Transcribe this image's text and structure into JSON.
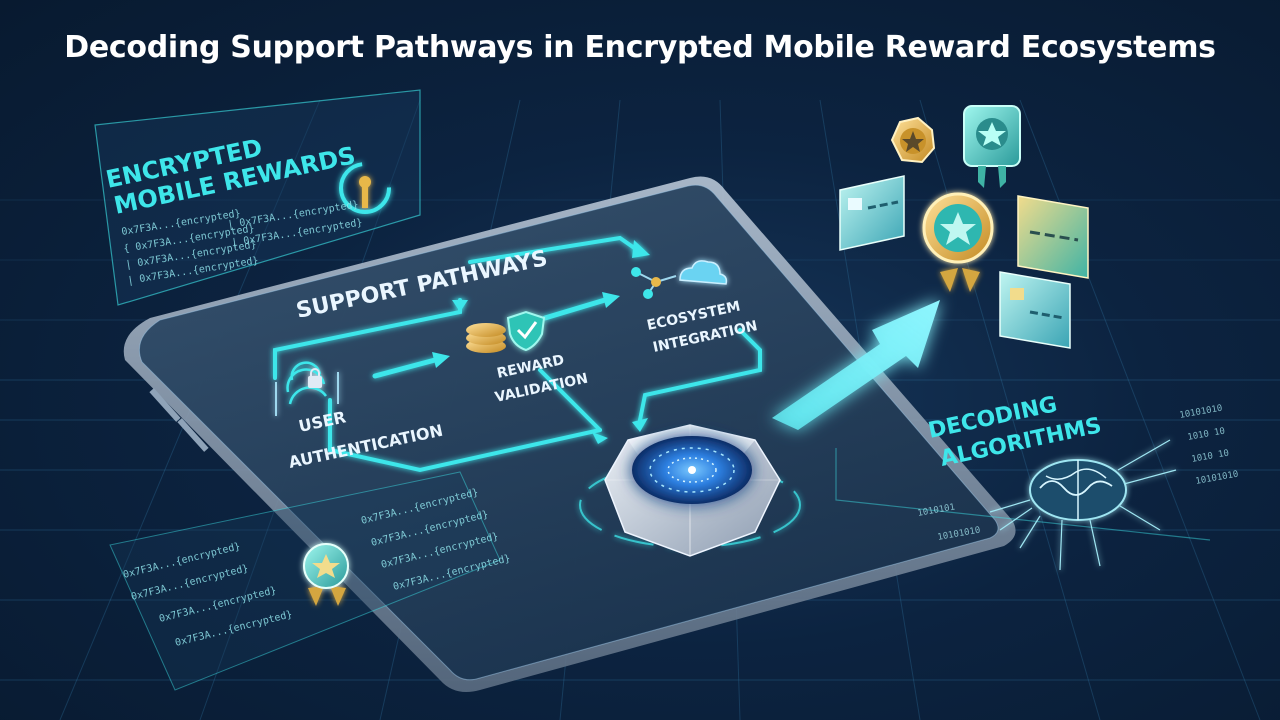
{
  "title": "Decoding Support Pathways in Encrypted Mobile Reward Ecosystems",
  "panel_encrypted": {
    "heading_line1": "ENCRYPTED",
    "heading_line2": "MOBILE REWARDS",
    "code_lines": [
      "0x7F3A...{encrypted}",
      "{ 0x7F3A...{encrypted}",
      "| 0x7F3A...{encrypted}",
      "| 0x7F3A...{encrypted}",
      "| 0x7F3A...{encrypted}",
      "| 0x7F3A...{encrypted}"
    ]
  },
  "diagram": {
    "heading": "SUPPORT PATHWAYS",
    "nodes": {
      "user_auth_line1": "USER",
      "user_auth_line2": "AUTHENTICATION",
      "reward_line1": "REWARD",
      "reward_line2": "VALIDATION",
      "eco_line1": "ECOSYSTEM",
      "eco_line2": "INTEGRATION"
    }
  },
  "decoding": {
    "heading_line1": "DECODING",
    "heading_line2": "ALGORITHMS",
    "binary_lines": [
      "10101010",
      "1010 10",
      "1010 10",
      "10101010",
      "1010101",
      "10101010"
    ]
  },
  "bottom_code_lines": [
    "0x7F3A...{encrypted}",
    "0x7F3A...{encrypted}",
    "0x7F3A...{encrypted}",
    "0x7F3A...{encrypted}",
    "0x7F3A...{encrypted}",
    "0x7F3A...{encrypted}",
    "0x7F3A...{encrypted}",
    "0x7F3A...{encrypted}"
  ],
  "colors": {
    "neon_cyan": "#3ee6ea",
    "background": "#0c2340",
    "gold": "#e8b84a",
    "teal": "#3fd6c8"
  },
  "icons": [
    "fingerprint-lock-icon",
    "coin-shield-icon",
    "cloud-network-icon",
    "brain-circuit-icon",
    "medal-icon",
    "gift-card-icon",
    "crystal-core-icon"
  ]
}
